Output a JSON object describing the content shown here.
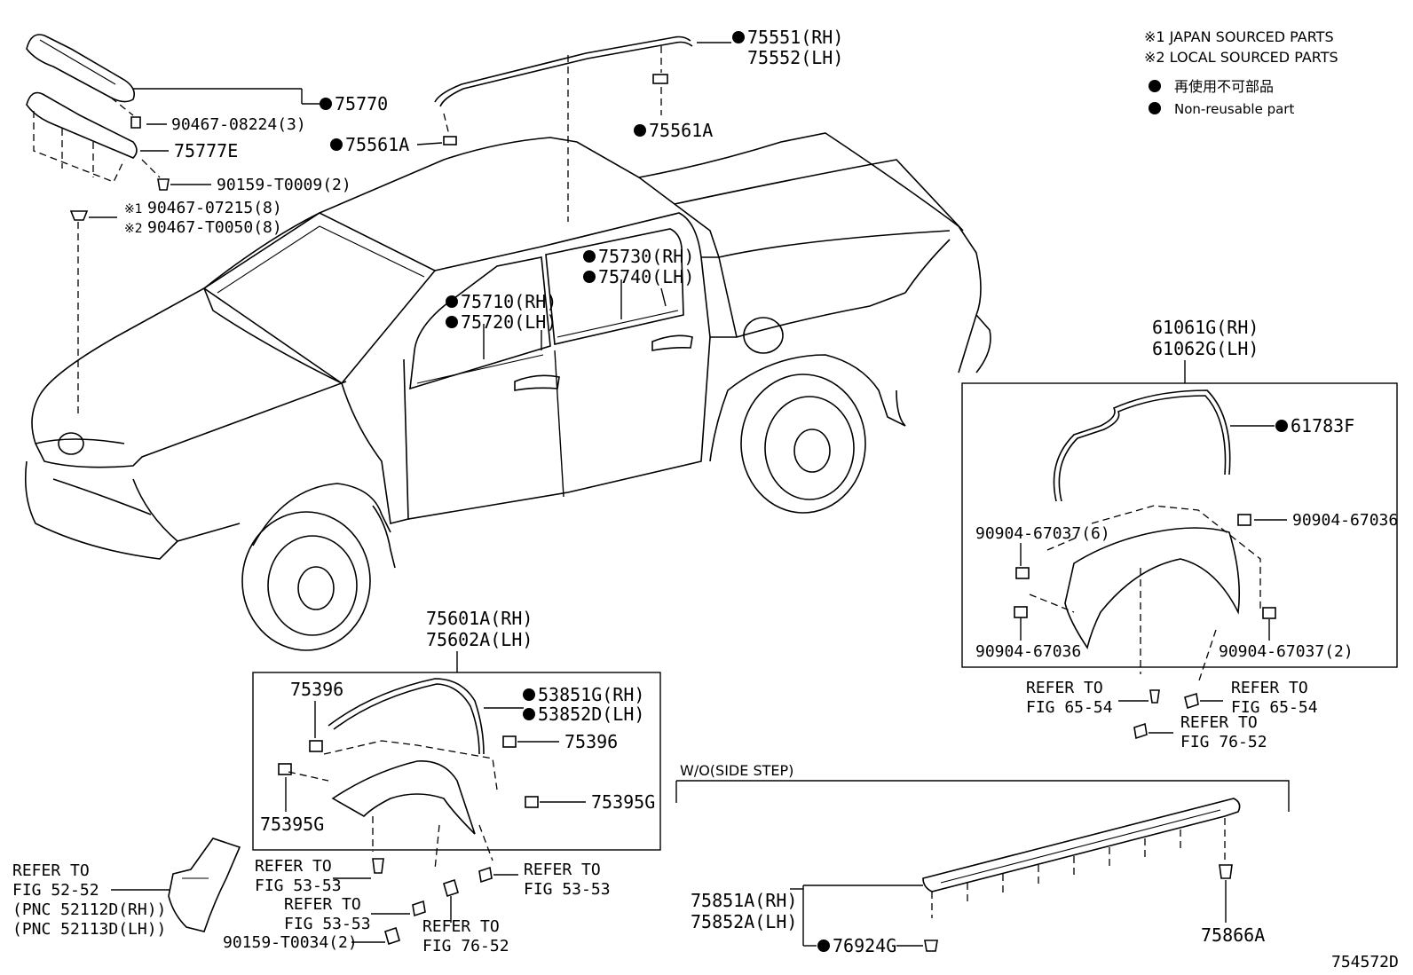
{
  "legend": {
    "note1": "※1 JAPAN SOURCED PARTS",
    "note2": "※2 LOCAL SOURCED PARTS",
    "nonreusable_jp": "再使用不可部品",
    "nonreusable_en": "Non-reusable part"
  },
  "callouts": {
    "p75551": "75551(RH)",
    "p75552": "75552(LH)",
    "p75770": "75770",
    "p90467_08224": "90467-08224(3)",
    "p75777e": "75777E",
    "p90159_t0009": "90159-T0009(2)",
    "p90467_07215": "90467-07215(8)",
    "p90467_t0050": "90467-T0050(8)",
    "mark1": "※1",
    "mark2": "※2",
    "p75561a_left": "75561A",
    "p75561a_right": "75561A",
    "p75730": "75730(RH)",
    "p75740": "75740(LH)",
    "p75710": "75710(RH)",
    "p75720": "75720(LH)",
    "p61061g": "61061G(RH)",
    "p61062g": "61062G(LH)",
    "p61783f": "61783F",
    "p90904_67037_6": "90904-67037(6)",
    "p90904_67036_r": "90904-67036",
    "p90904_67036_l": "90904-67036",
    "p90904_67037_2": "90904-67037(2)",
    "refer_to": "REFER TO",
    "fig_65_54": "FIG 65-54",
    "fig_76_52": "FIG 76-52",
    "fig_53_53": "FIG 53-53",
    "fig_52_52": "FIG 52-52",
    "p75601a": "75601A(RH)",
    "p75602a": "75602A(LH)",
    "p75396": "75396",
    "p53851g": "53851G(RH)",
    "p53852d": "53852D(LH)",
    "p75395g": "75395G",
    "pnc_rh": "(PNC 52112D(RH))",
    "pnc_lh": "(PNC 52113D(LH))",
    "p90159_t0034": "90159-T0034(2)",
    "wo_side_step": "W/O(SIDE STEP)",
    "p75851a": "75851A(RH)",
    "p75852a": "75852A(LH)",
    "p76924g": "76924G",
    "p75866a": "75866A",
    "diagram_id": "754572D"
  }
}
